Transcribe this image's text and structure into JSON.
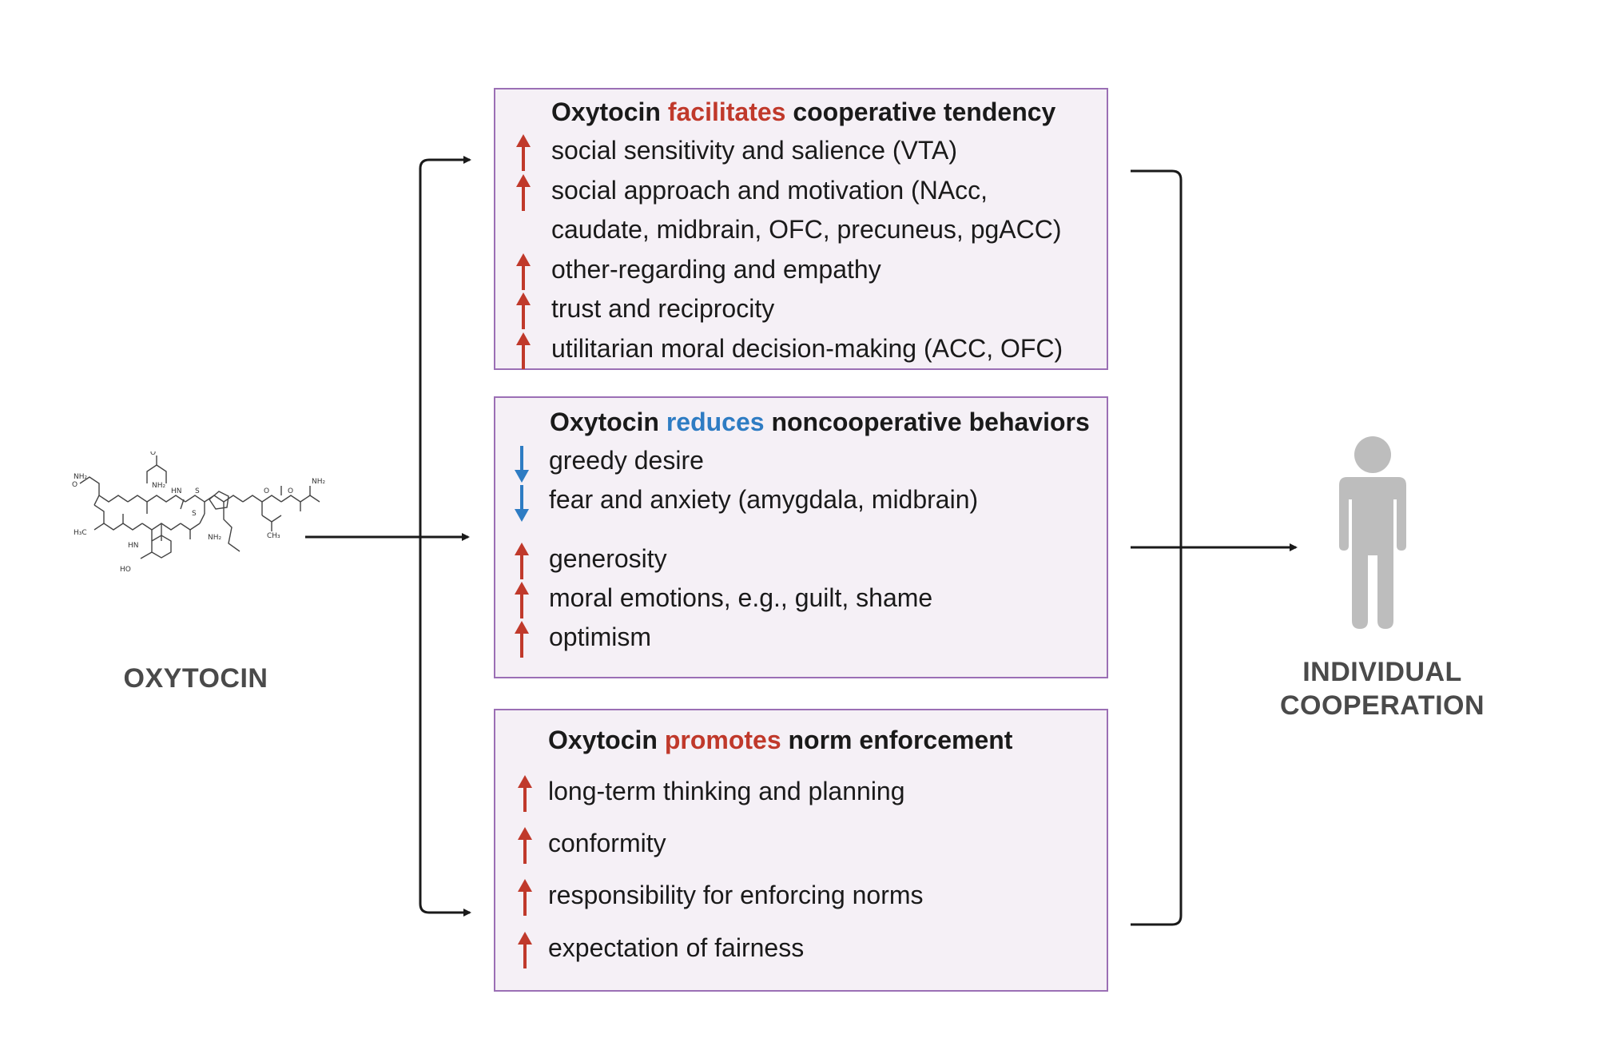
{
  "molecule": {
    "label": "OXYTOCIN"
  },
  "outcome": {
    "label_line1": "INDIVIDUAL",
    "label_line2": "COOPERATION"
  },
  "boxes": [
    {
      "title_pre": "Oxytocin ",
      "title_verb": "facilitates",
      "title_post": " cooperative tendency",
      "verb_color": "#c0392b",
      "items": [
        {
          "dir": "up",
          "text": "social sensitivity and salience (VTA)"
        },
        {
          "dir": "up",
          "text": "social approach and motivation (NAcc,"
        },
        {
          "dir": "",
          "text": "caudate, midbrain, OFC, precuneus, pgACC)"
        },
        {
          "dir": "up",
          "text": "other-regarding and empathy"
        },
        {
          "dir": "up",
          "text": "trust and reciprocity"
        },
        {
          "dir": "up",
          "text": "utilitarian moral decision-making (ACC, OFC)"
        }
      ]
    },
    {
      "title_pre": "Oxytocin ",
      "title_verb": "reduces",
      "title_post": " noncooperative behaviors",
      "verb_color": "#2e7cc3",
      "items": [
        {
          "dir": "down",
          "text": "greedy desire"
        },
        {
          "dir": "down",
          "text": "fear and anxiety (amygdala, midbrain)"
        },
        {
          "dir": "up",
          "text": "generosity"
        },
        {
          "dir": "up",
          "text": "moral emotions, e.g., guilt, shame"
        },
        {
          "dir": "up",
          "text": "optimism"
        }
      ]
    },
    {
      "title_pre": "Oxytocin ",
      "title_verb": "promotes",
      "title_post": " norm enforcement",
      "verb_color": "#c0392b",
      "items": [
        {
          "dir": "up",
          "text": "long-term thinking and planning"
        },
        {
          "dir": "up",
          "text": "conformity"
        },
        {
          "dir": "up",
          "text": "responsibility for enforcing norms"
        },
        {
          "dir": "up",
          "text": "expectation of fairness"
        }
      ]
    }
  ],
  "colors": {
    "up_arrow": "#c0392b",
    "down_arrow": "#2e7cc3",
    "box_border": "#9b6fb5",
    "box_fill": "#f5f0f6",
    "person": "#bdbdbd"
  }
}
